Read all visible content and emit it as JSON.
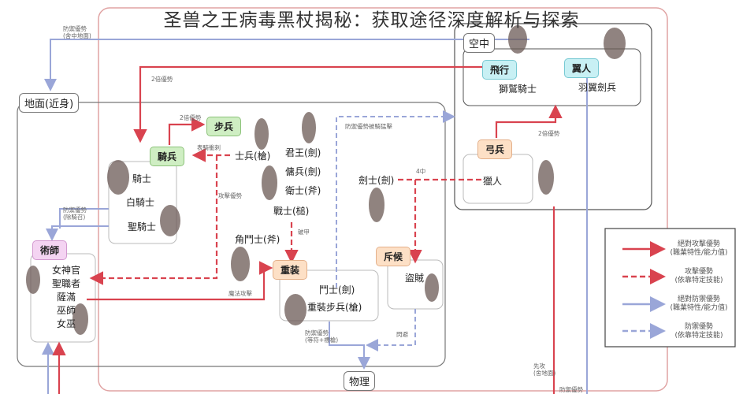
{
  "title": "圣兽之王病毒黑杖揭秘：获取途径深度解析与探索",
  "zones": {
    "ground": "地面(近身)",
    "air": "空中",
    "physical": "物理"
  },
  "classes": {
    "cavalry": "騎兵",
    "infantry": "步兵",
    "armored": "重装",
    "scout": "斥候",
    "archer": "弓兵",
    "caster": "術師",
    "flying": "飛行",
    "winged": "翼人"
  },
  "units": {
    "cavalry": [
      "騎士",
      "白騎士",
      "聖騎士"
    ],
    "infantry": [
      "士兵(槍)",
      "君王(劍)",
      "傭兵(劍)",
      "衛士(斧)",
      "戰士(槌)"
    ],
    "armored": [
      "角鬥士(斧)",
      "鬥士(劍)",
      "重裝步兵(槍)"
    ],
    "scout": [
      "劍士(劍)",
      "盜賊"
    ],
    "archer": [
      "獵人"
    ],
    "caster": [
      "女神官",
      "聖職者",
      "薩滿",
      "巫師",
      "女巫"
    ],
    "flying": [
      "獅鷲騎士"
    ],
    "winged": [
      "羽翼劍兵"
    ]
  },
  "arrow_labels": {
    "a1": "防禦優勢\n(舍中地面)",
    "a2": "2倍優勢",
    "a3": "2倍優勢",
    "a4": "表騎衝刺",
    "a5": "防禦優勢\n(除騎召)",
    "a6": "攻擊優勢",
    "a7": "防禦優勢被騎猛擊",
    "a8": "4中",
    "a9": "破甲",
    "a10": "魔法攻擊",
    "a11": "2倍優勢",
    "a12": "閃避",
    "a13": "防禦優勢\n(等符+標槍)",
    "a14": "先攻\n(舍地面)",
    "a15": "防禦優勢"
  },
  "legend": [
    {
      "style": "solid",
      "color": "#d9434f",
      "label": "絕對攻擊優勢\n(職業特性/能力值)"
    },
    {
      "style": "dashed",
      "color": "#d9434f",
      "label": "攻擊優勢\n(依靠特定技能)"
    },
    {
      "style": "solid",
      "color": "#9aa6d8",
      "label": "絕對防禦優勢\n(職業特性/能力值)"
    },
    {
      "style": "dashed",
      "color": "#9aa6d8",
      "label": "防禦優勢\n(依靠特定技能)"
    }
  ],
  "colors": {
    "red": "#d9434f",
    "blue": "#9aa6d8",
    "zone_border": "#e0a3a3"
  }
}
